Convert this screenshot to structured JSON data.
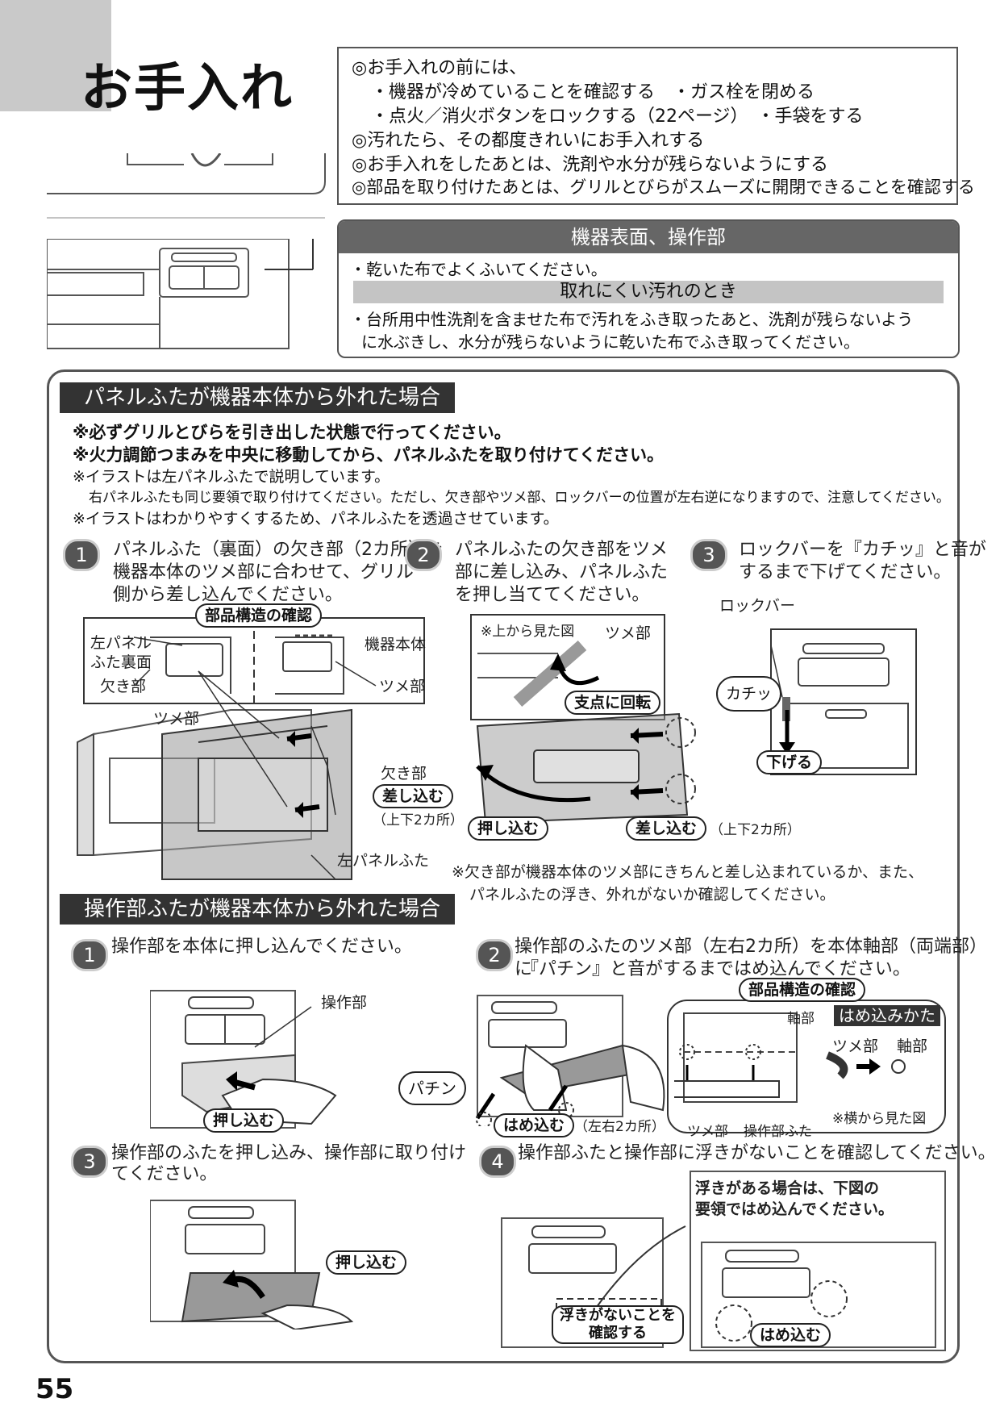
{
  "title": "お手入れ",
  "pre_box": {
    "lines": [
      "◎お手入れの前には、",
      "・機器が冷めていることを確認する　・ガス栓を閉める",
      "・点火／消火ボタンをロックする（22ページ）　・手袋をする",
      "◎汚れたら、その都度きれいにお手入れする",
      "◎お手入れをしたあとは、洗剤や水分が残らないようにする",
      "◎部品を取り付けたあとは、グリルとびらがスムーズに開閉できることを確認する"
    ]
  },
  "surface": {
    "heading": "機器表面、操作部",
    "line1": "・乾いた布でよくふいてください。",
    "subheading": "取れにくい汚れのとき",
    "line2": "・台所用中性洗剤を含ませた布で汚れをふき取ったあと、洗剤が残らないよう",
    "line3": "に水ぶきし、水分が残らないように乾いた布でふき取ってください。"
  },
  "panel_section": {
    "heading": "パネルふたが機器本体から外れた場合",
    "notes": [
      "※必ずグリルとびらを引き出した状態で行ってください。",
      "※火力調節つまみを中央に移動してから、パネルふたを取り付けてください。",
      "※イラストは左パネルふたで説明しています。",
      "右パネルふたも同じ要領で取り付けてください。ただし、欠き部やツメ部、ロックバーの位置が左右逆になりますので、注意してください。",
      "※イラストはわかりやすくするため、パネルふたを透過させています。"
    ],
    "steps": [
      {
        "num": "1",
        "text": [
          "パネルふた（裏面）の欠き部（2カ所）を",
          "機器本体のツメ部に合わせて、グリル",
          "側から差し込んでください。"
        ]
      },
      {
        "num": "2",
        "text": [
          "パネルふたの欠き部をツメ",
          "部に差し込み、パネルふた",
          "を押し当ててください。"
        ]
      },
      {
        "num": "3",
        "text": [
          "ロックバーを『カチッ』と音が",
          "するまで下げてください。"
        ]
      }
    ],
    "labels": {
      "parts_check": "部品構造の確認",
      "left_panel_back_1": "左パネル",
      "left_panel_back_2": "ふた裏面",
      "notch": "欠き部",
      "body": "機器本体",
      "claw": "ツメ部",
      "claw2": "ツメ部",
      "notch2": "欠き部",
      "insert": "差し込む",
      "top_bottom": "（上下2カ所）",
      "left_panel_cover": "左パネルふた",
      "top_view": "※上から見た図",
      "claw3": "ツメ部",
      "rotate": "支点に回転",
      "push_in": "押し込む",
      "insert2": "差し込む",
      "top_bottom2": "（上下2カ所）",
      "lock_bar": "ロックバー",
      "click": "カチッ",
      "lower": "下げる",
      "note1": "※欠き部が機器本体のツメ部にきちんと差し込まれているか、また、",
      "note2": "パネルふたの浮き、外れがないか確認してください。"
    }
  },
  "control_section": {
    "heading": "操作部ふたが機器本体から外れた場合",
    "steps": [
      {
        "num": "1",
        "text": [
          "操作部を本体に押し込んでください。"
        ]
      },
      {
        "num": "2",
        "text": [
          "操作部のふたのツメ部（左右2カ所）を本体軸部（両端部）に",
          "『パチン』と音がするまではめ込んでください。"
        ]
      },
      {
        "num": "3",
        "text": [
          "操作部のふたを押し込み、操作部に取り付け",
          "てください。"
        ]
      },
      {
        "num": "4",
        "text": [
          "操作部ふたと操作部に浮きがないことを確認してください。"
        ]
      }
    ],
    "labels": {
      "control": "操作部",
      "push_in": "押し込む",
      "parts_check": "部品構造の確認",
      "axis": "軸部",
      "how_to": "はめ込みかた",
      "claw": "ツメ部",
      "axis2": "軸部",
      "snap": "パチン",
      "fit": "はめ込む",
      "left_right": "（左右2カ所）",
      "claw2": "ツメ部",
      "control_cover": "操作部ふた",
      "side_view": "※横から見た図",
      "push_in2": "押し込む",
      "float_note1": "浮きがある場合は、下図の",
      "float_note2": "要領ではめ込んでください。",
      "confirm1": "浮きがないことを",
      "confirm2": "確認する",
      "fit2": "はめ込む"
    }
  },
  "page_number": "55"
}
